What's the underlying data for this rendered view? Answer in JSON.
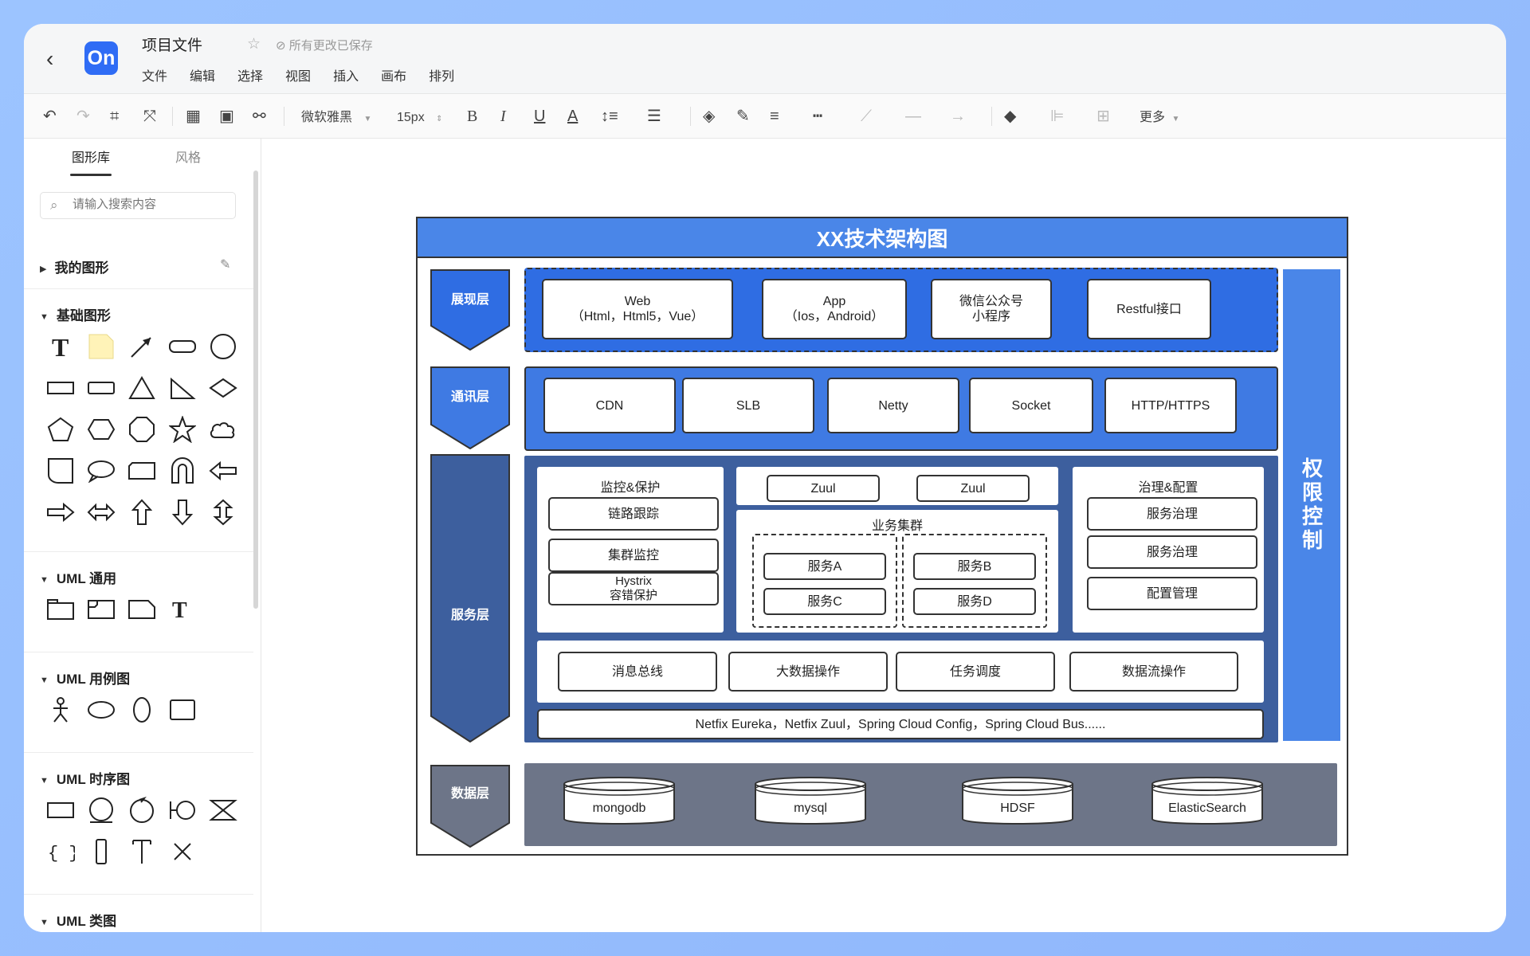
{
  "app": {
    "logo_text": "On",
    "doc_title": "项目文件",
    "save_status": "所有更改已保存",
    "menus": [
      "文件",
      "编辑",
      "选择",
      "视图",
      "插入",
      "画布",
      "排列"
    ]
  },
  "toolbar": {
    "font_family": "微软雅黑",
    "font_size": "15px",
    "more": "更多"
  },
  "sidebar": {
    "tabs": [
      "图形库",
      "风格"
    ],
    "search_placeholder": "请输入搜索内容",
    "sections": [
      "我的图形",
      "基础图形",
      "UML 通用",
      "UML 用例图",
      "UML 时序图",
      "UML 类图"
    ]
  },
  "diagram": {
    "title": "XX技术架构图",
    "layers": [
      "展现层",
      "通讯层",
      "服务层",
      "数据层"
    ],
    "permission": "权限控制",
    "presentation": [
      "Web\n（Html，Html5，Vue）",
      "App\n（Ios，Android）",
      "微信公众号\n小程序",
      "Restful接口"
    ],
    "communication": [
      "CDN",
      "SLB",
      "Netty",
      "Socket",
      "HTTP/HTTPS"
    ],
    "service": {
      "monitor_title": "监控&保护",
      "monitor_items": [
        "链路跟踪",
        "集群监控",
        "Hystrix\n容错保护"
      ],
      "gateway": [
        "Zuul",
        "Zuul"
      ],
      "cluster_title": "业务集群",
      "services": [
        "服务A",
        "服务B",
        "服务C",
        "服务D"
      ],
      "governance_title": "治理&配置",
      "governance_items": [
        "服务治理",
        "服务治理",
        "配置管理"
      ],
      "ops": [
        "消息总线",
        "大数据操作",
        "任务调度",
        "数据流操作"
      ],
      "stack": "Netfix Eureka，Netfix Zuul，Spring Cloud Config，Spring Cloud Bus......"
    },
    "data": [
      "mongodb",
      "mysql",
      "HDSF",
      "ElasticSearch"
    ]
  },
  "colors": {
    "accent": "#2f6cf5",
    "presentation_band": "#2f6de3",
    "comm_band": "#3f7ae3",
    "service_band": "#3d5f9e",
    "data_band": "#6d7588",
    "title_bar": "#4a86e8"
  }
}
